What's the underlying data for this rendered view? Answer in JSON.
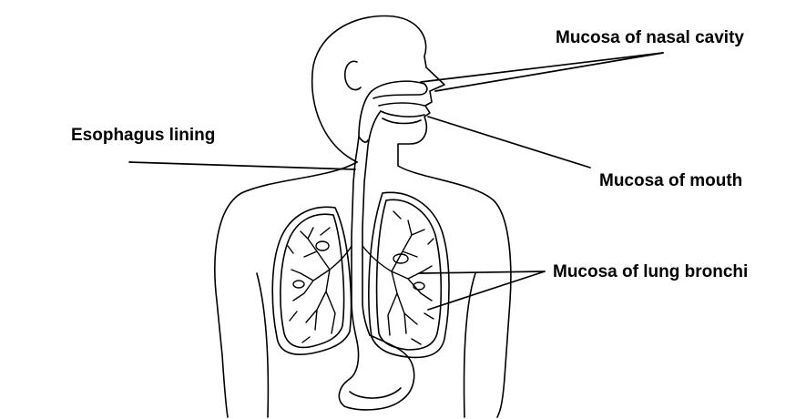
{
  "labels": {
    "nasal": "Mucosa of nasal cavity",
    "esophagus": "Esophagus lining",
    "mouth": "Mucosa of mouth",
    "bronchi": "Mucosa of lung bronchi"
  },
  "colors": {
    "line": "#000000",
    "background": "#ffffff"
  }
}
